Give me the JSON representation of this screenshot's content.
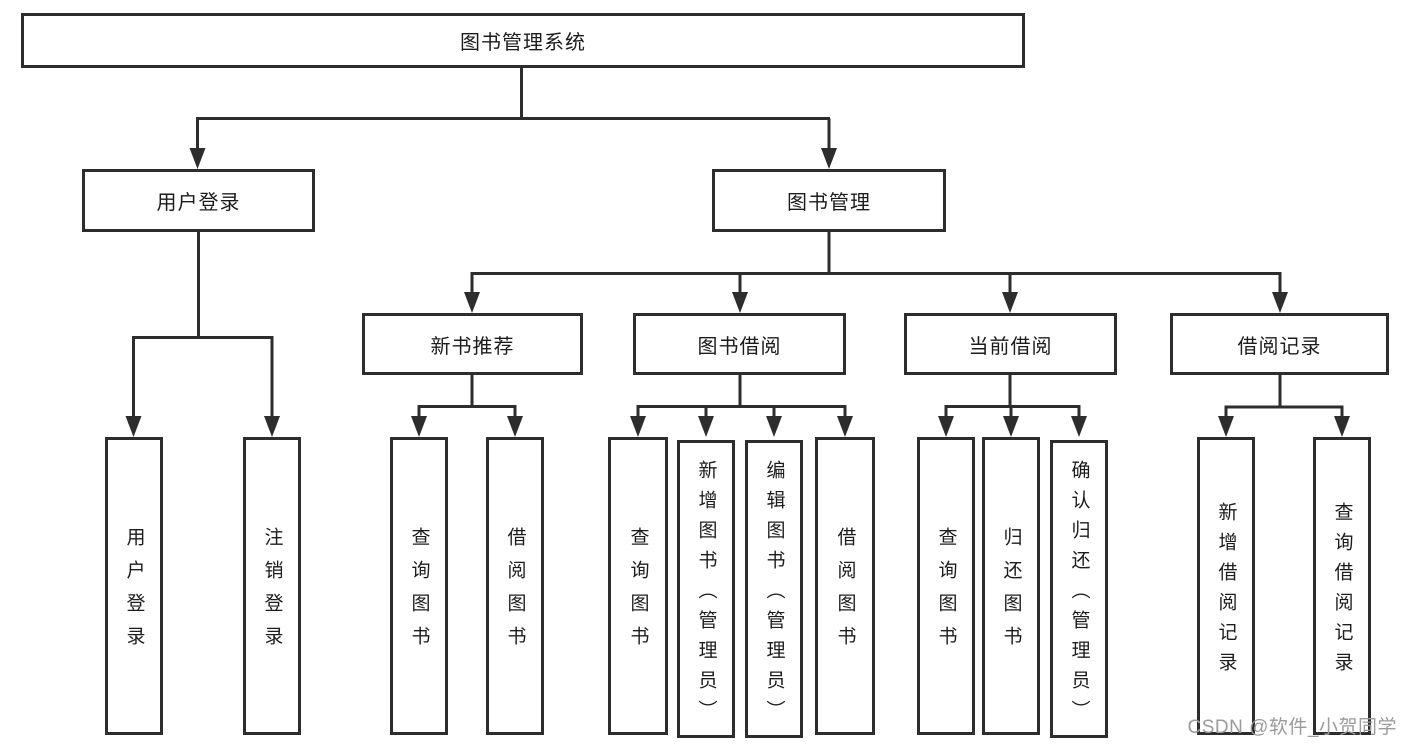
{
  "diagram": {
    "root": {
      "label": "图书管理系统"
    },
    "branches": {
      "user_login": {
        "label": "用户登录",
        "children": [
          {
            "label": "用户登录"
          },
          {
            "label": "注销登录"
          }
        ]
      },
      "book_mgmt": {
        "label": "图书管理",
        "sections": [
          {
            "label": "新书推荐",
            "children": [
              {
                "label": "查询图书"
              },
              {
                "label": "借阅图书"
              }
            ]
          },
          {
            "label": "图书借阅",
            "children": [
              {
                "label": "查询图书"
              },
              {
                "label": "新增图书（管理员）"
              },
              {
                "label": "编辑图书（管理员）"
              },
              {
                "label": "借阅图书"
              }
            ]
          },
          {
            "label": "当前借阅",
            "children": [
              {
                "label": "查询图书"
              },
              {
                "label": "归还图书"
              },
              {
                "label": "确认归还（管理员）"
              }
            ]
          },
          {
            "label": "借阅记录",
            "children": [
              {
                "label": "新增借阅记录"
              },
              {
                "label": "查询借阅记录"
              }
            ]
          }
        ]
      }
    },
    "watermark": "CSDN @软件_小贺同学",
    "colors": {
      "line": "#2d2d2d",
      "text": "#1c1c1c",
      "watermark": "#9b9b9b",
      "background": "#ffffff"
    }
  }
}
